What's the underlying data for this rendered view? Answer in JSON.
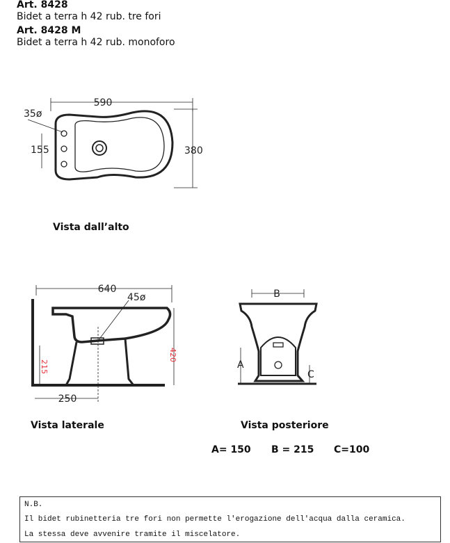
{
  "header": {
    "art1": "Art. 8428",
    "desc1": "Bidet a terra h 42  rub. tre fori",
    "art2": "Art. 8428 M",
    "desc2": "Bidet a terra h 42  rub. monoforo"
  },
  "top_view": {
    "caption": "Vista dall’alto",
    "width": "590",
    "depth": "380",
    "hole_diam": "35ø",
    "hole_spacing": "155"
  },
  "side_view": {
    "caption": "Vista laterale",
    "length": "640",
    "drain_diam": "45ø",
    "height": "420",
    "drain_height": "215",
    "drain_distance": "250"
  },
  "rear_view": {
    "caption": "Vista posteriore",
    "label_a": "A",
    "label_b": "B",
    "label_c": "C"
  },
  "dimensions": {
    "a": "A= 150",
    "b": "B = 215",
    "c": "C=100"
  },
  "note": {
    "title": "N.B.",
    "line1": "Il bidet rubinetteria tre fori non permette l'erogazione dell'acqua dalla ceramica.",
    "line2": "La stessa deve avvenire tramite il miscelatore."
  },
  "colors": {
    "red_dim": "#e8323c"
  }
}
